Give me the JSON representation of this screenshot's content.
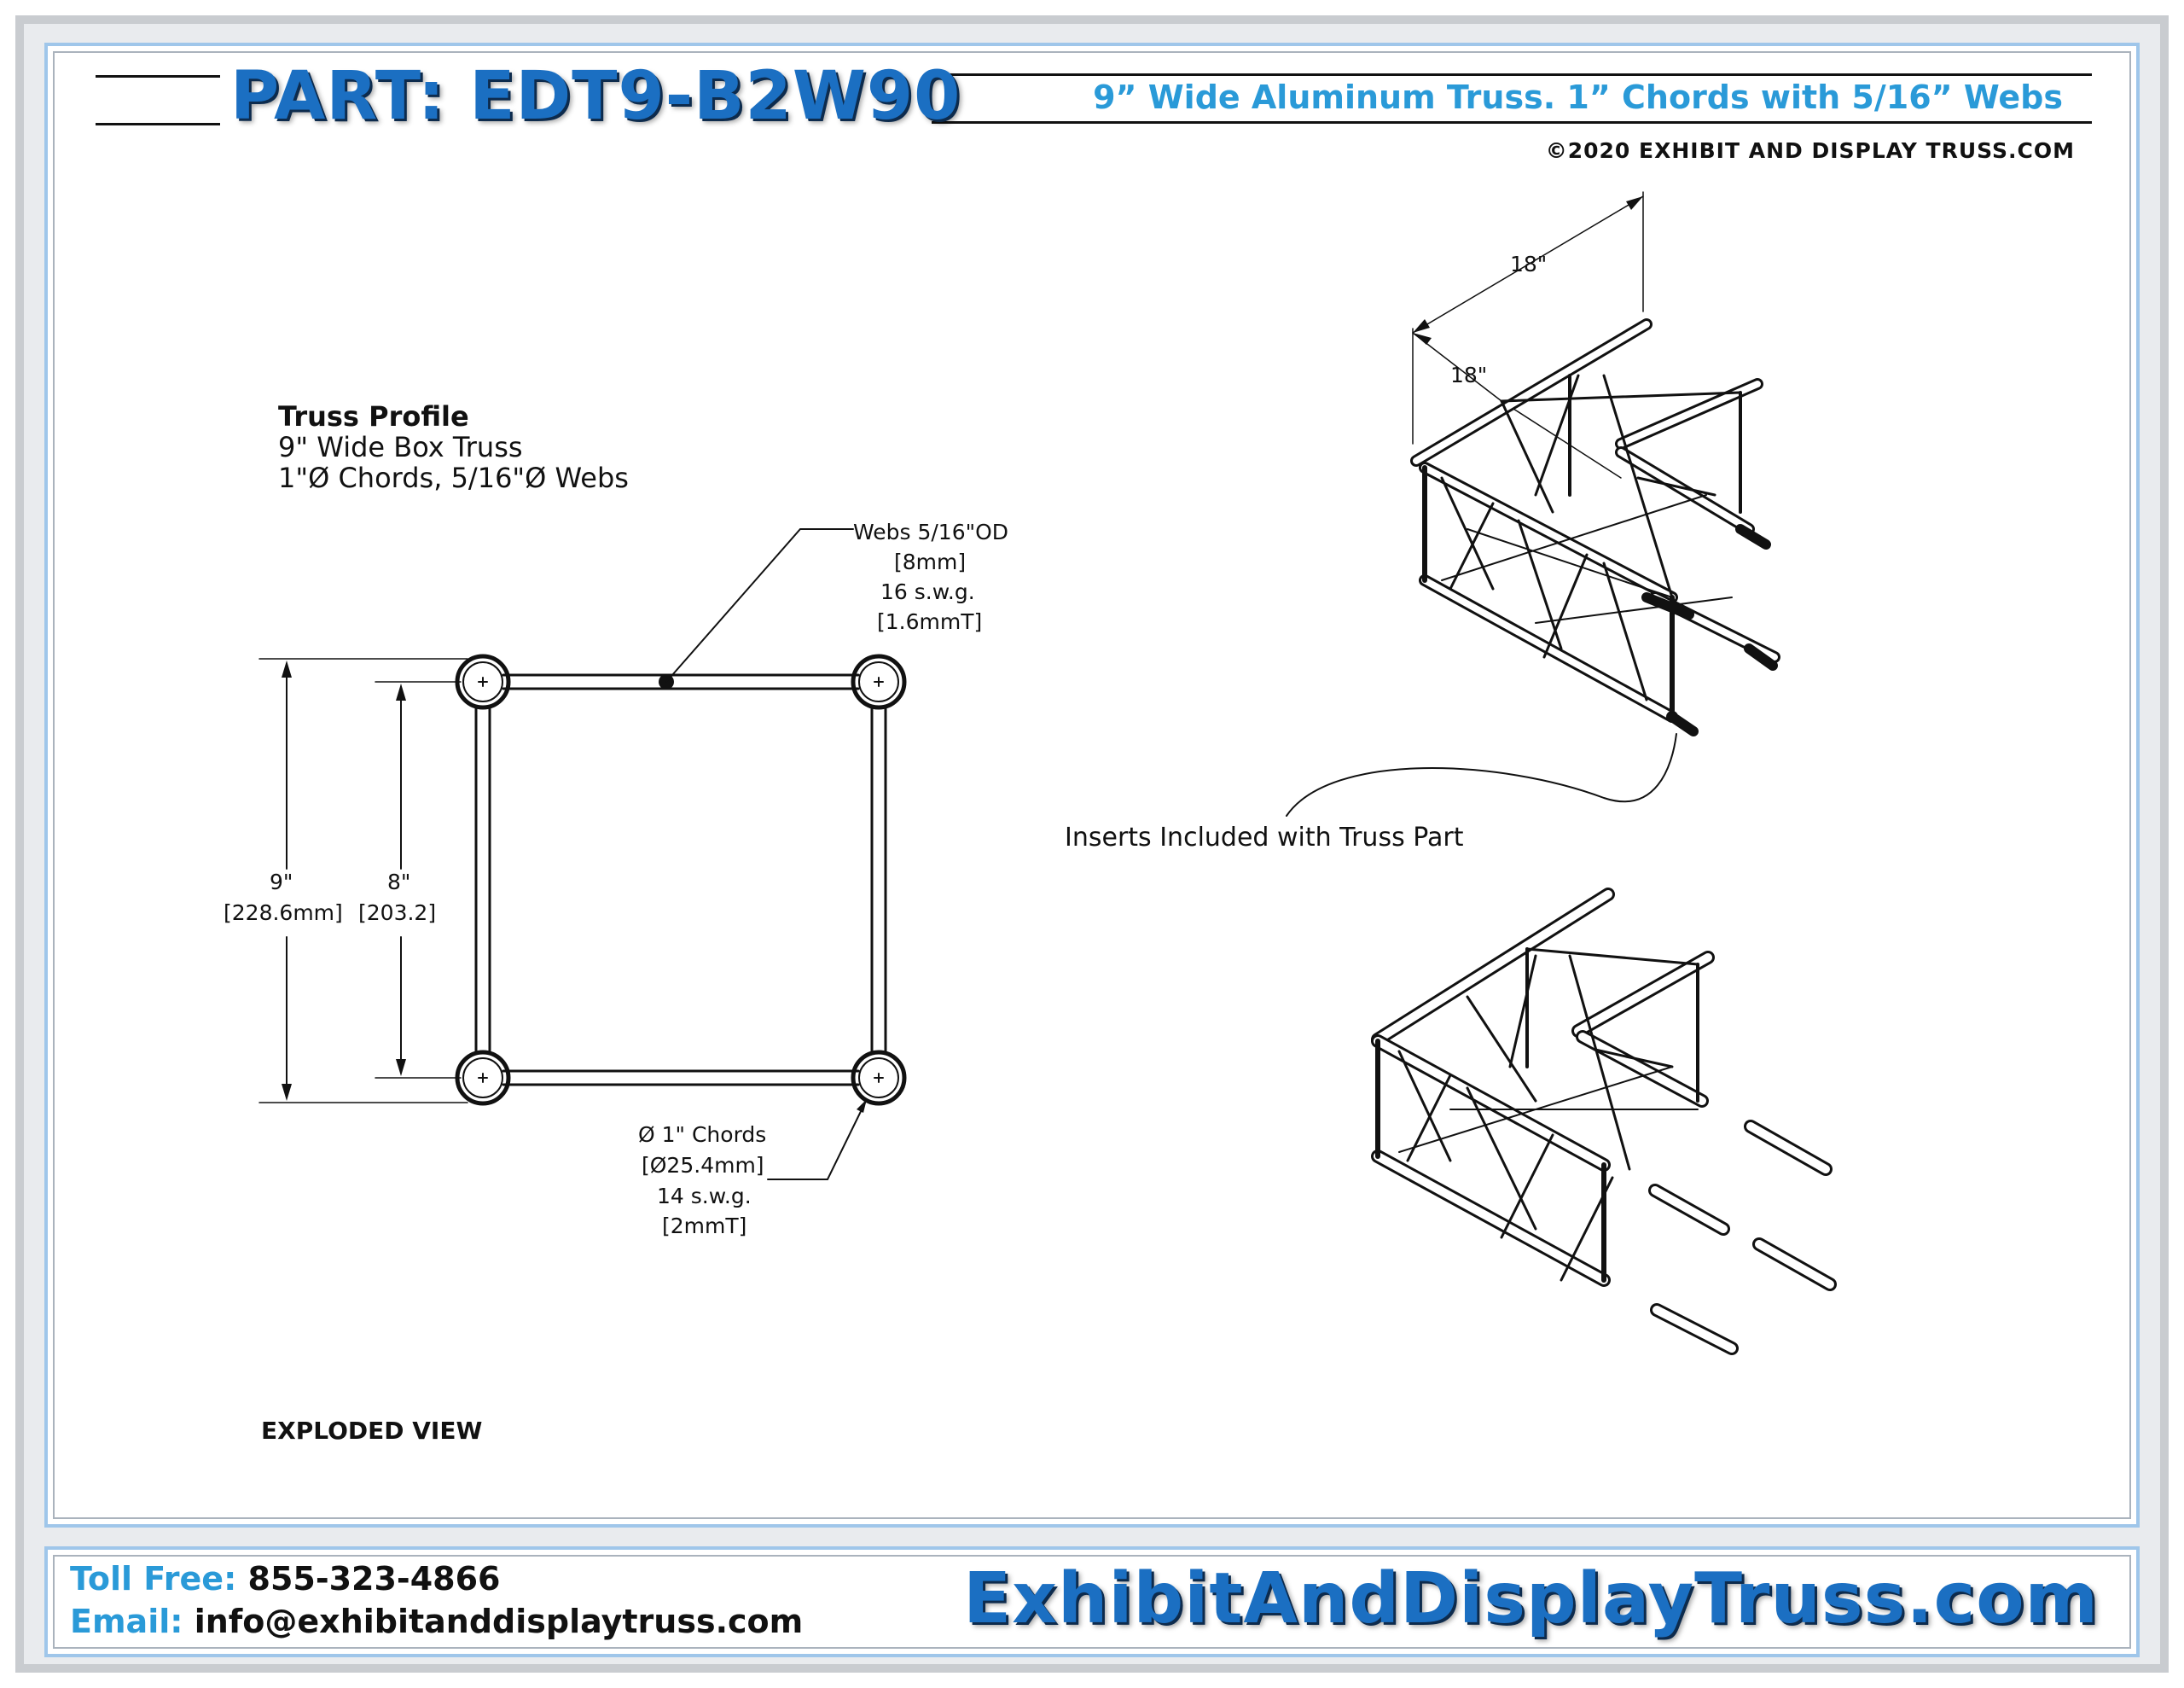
{
  "header": {
    "part_title": "PART: EDT9-B2W90",
    "subtitle": "9” Wide Aluminum Truss. 1” Chords with 5/16” Webs",
    "copyright": "©2020 EXHIBIT AND DISPLAY TRUSS.COM"
  },
  "profile": {
    "heading": "Truss Profile",
    "line1": "9\" Wide Box Truss",
    "line2": "1\"Ø Chords, 5/16\"Ø Webs"
  },
  "dimensions": {
    "outer_value": "9\"",
    "outer_metric": "[228.6mm]",
    "inner_value": "8\"",
    "inner_metric": "[203.2]",
    "webs_line1": "Webs 5/16\"OD",
    "webs_line2": "[8mm]",
    "webs_line3": "16 s.w.g.",
    "webs_line4": "[1.6mmT]",
    "chords_line1": "Ø  1\" Chords",
    "chords_line2": "[Ø25.4mm]",
    "chords_line3": "14 s.w.g.",
    "chords_line4": "[2mmT]",
    "leg_a": "18\"",
    "leg_b": "18\""
  },
  "labels": {
    "inserts": "Inserts Included with Truss Part",
    "exploded": "EXPLODED VIEW"
  },
  "footer": {
    "toll_label": "Toll Free:",
    "toll_value": "855-323-4866",
    "email_label": "Email:",
    "email_value": "info@exhibitanddisplaytruss.com",
    "website": "ExhibitAndDisplayTruss.com"
  },
  "colors": {
    "brand_blue": "#1b6fc2",
    "accent_blue": "#2a9ad8",
    "frame_blue": "#9fc6ea"
  }
}
